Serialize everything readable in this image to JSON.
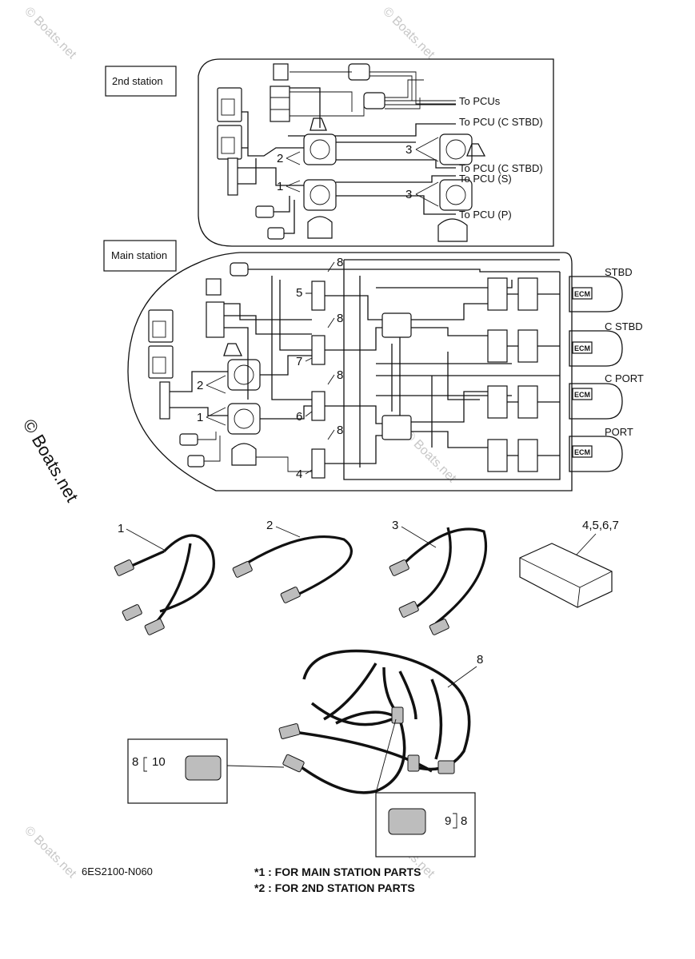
{
  "watermark": "© Boats.net",
  "top_section": {
    "title": "2nd station",
    "callouts": [
      "1",
      "2",
      "3",
      "3"
    ],
    "destinations": [
      "To PCUs",
      "To PCU (C STBD)",
      "To PCU (C STBD)",
      "To PCU (S)",
      "To PCU (P)"
    ]
  },
  "main_section": {
    "title": "Main station",
    "callouts": [
      "1",
      "2",
      "4",
      "5",
      "6",
      "7",
      "8",
      "8",
      "8",
      "8"
    ],
    "engines": [
      "STBD",
      "C STBD",
      "C PORT",
      "PORT"
    ],
    "ecm_label": "ECM"
  },
  "parts": [
    {
      "number": "1",
      "desc": "wire harness (3-way)"
    },
    {
      "number": "2",
      "desc": "extension cable"
    },
    {
      "number": "3",
      "desc": "wire harness (3-way)"
    },
    {
      "number": "4,5,6,7",
      "desc": "hub module"
    },
    {
      "number": "8",
      "desc": "main harness"
    }
  ],
  "insets": [
    {
      "parent": "8",
      "child": "10"
    },
    {
      "parent": "8",
      "child": "9"
    }
  ],
  "footer": {
    "diagram_code": "6ES2100-N060",
    "note1": "*1 : FOR MAIN STATION PARTS",
    "note2": "*2 : FOR 2ND STATION PARTS"
  }
}
